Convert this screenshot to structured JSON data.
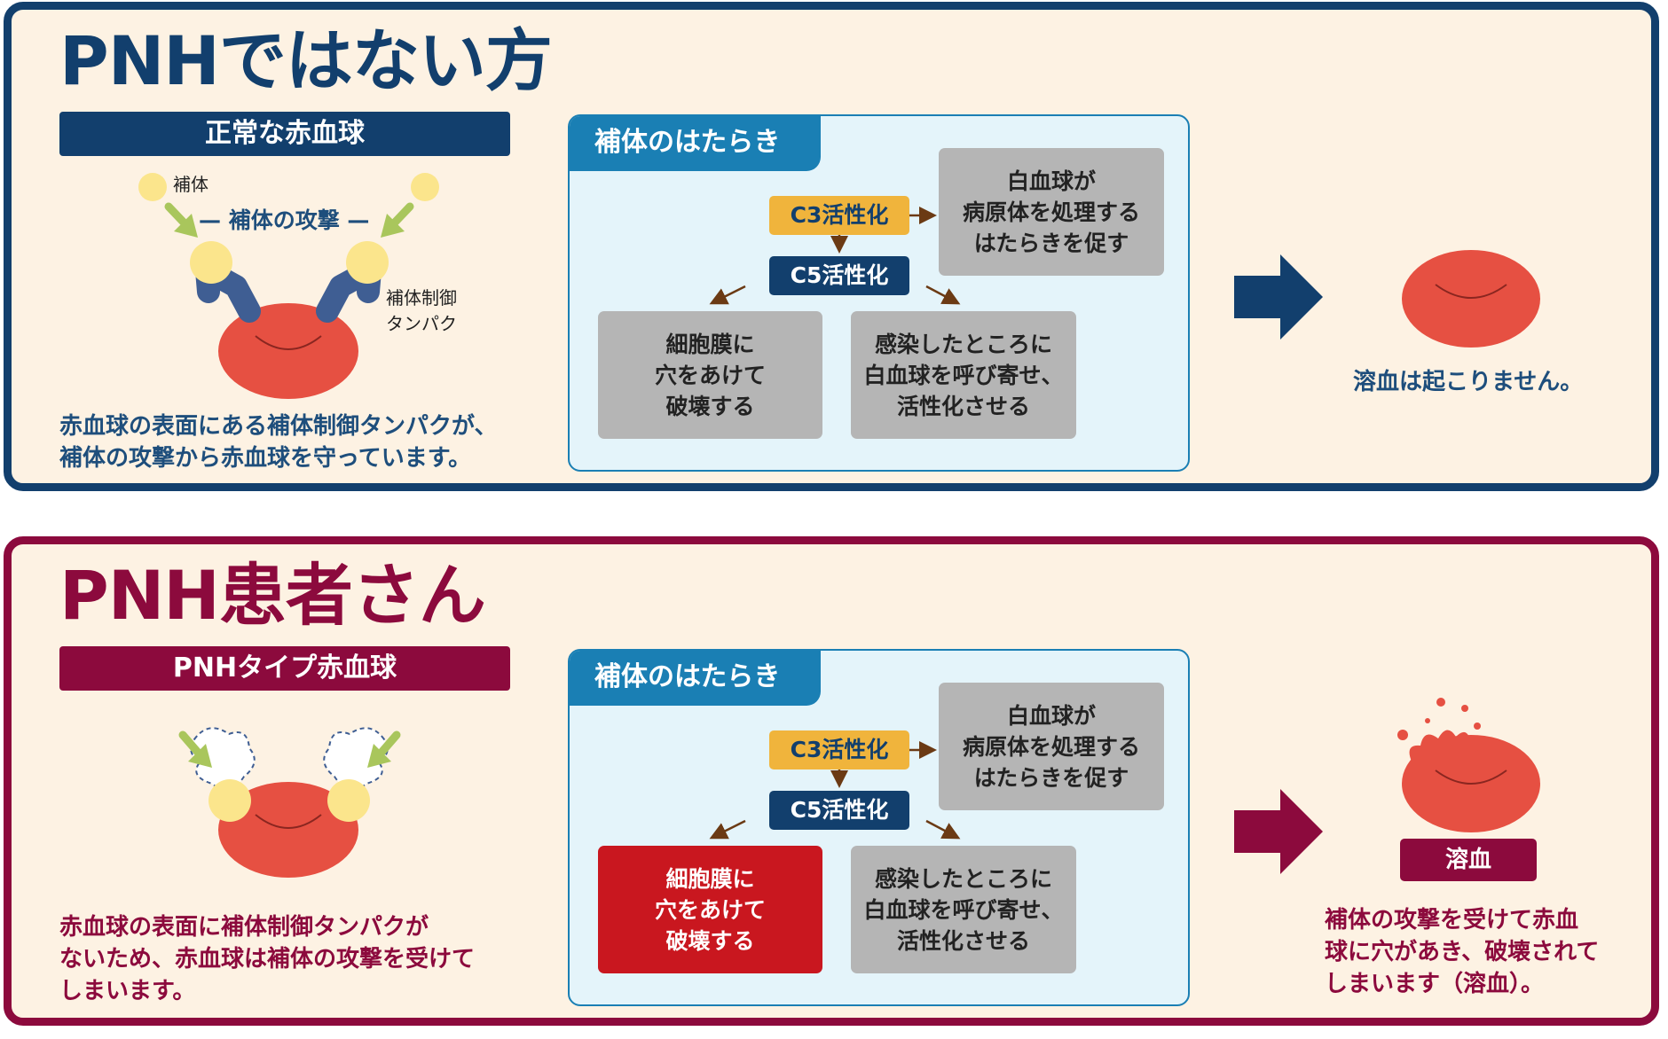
{
  "colors": {
    "navy": "#123f6d",
    "crimson": "#8c0a3d",
    "panel_bg": "#fdf2e3",
    "flow_bg": "#e4f4fa",
    "flow_tab": "#1a7fb4",
    "c3_pill": "#f0b43c",
    "gray_box": "#b5b5b5",
    "highlight_red": "#c9171f",
    "rbc_red": "#e65042",
    "complement_yellow": "#fbe58c",
    "attack_arrow_green": "#a9c65c",
    "control_protein_blue": "#3f5e93"
  },
  "normal": {
    "title": "PNHではない方",
    "subtitle": "正常な赤血球",
    "complement_label": "補体",
    "attack_label": "— 補体の攻撃 —",
    "control_protein_label_1": "補体制御",
    "control_protein_label_2": "タンパク",
    "description_1": "赤血球の表面にある補体制御タンパクが、",
    "description_2": "補体の攻撃から赤血球を守っています。",
    "result": "溶血は起こりません。",
    "icons": [
      "complement-icon",
      "attack-arrow-icon",
      "control-protein-icon",
      "red-blood-cell-icon",
      "right-arrow-icon"
    ]
  },
  "pnh": {
    "title": "PNH患者さん",
    "subtitle": "PNHタイプ赤血球",
    "description_1": "赤血球の表面に補体制御タンパクが",
    "description_2": "ないため、赤血球は補体の攻撃を受けて",
    "description_3": "しまいます。",
    "result_badge": "溶血",
    "result_1": "補体の攻撃を受けて赤血",
    "result_2": "球に穴があき、破壊されて",
    "result_3": "しまいます（溶血）。",
    "icons": [
      "complement-icon",
      "attack-arrow-icon",
      "missing-protein-outline-icon",
      "red-blood-cell-icon",
      "burst-red-blood-cell-icon",
      "right-arrow-icon"
    ]
  },
  "flow": {
    "tab": "補体のはたらき",
    "c3": "C3活性化",
    "c5": "C5活性化",
    "wbc_1": "白血球が",
    "wbc_2": "病原体を処理する",
    "wbc_3": "はたらきを促す",
    "membrane_1": "細胞膜に",
    "membrane_2": "穴をあけて",
    "membrane_3": "破壊する",
    "inflammation_1": "感染したところに",
    "inflammation_2": "白血球を呼び寄せ、",
    "inflammation_3": "活性化させる"
  }
}
